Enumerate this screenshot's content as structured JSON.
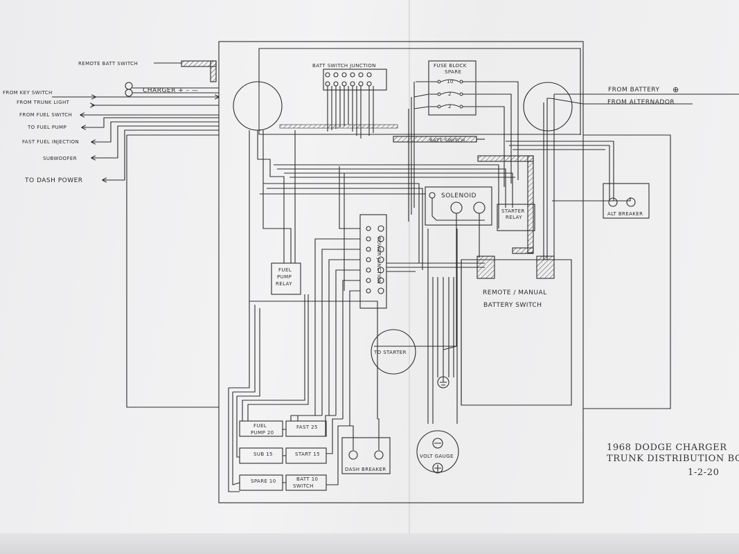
{
  "labels": {
    "remote_batt_switch": "REMOTE BATT SWITCH",
    "charger": "CHARGER + – —",
    "from_key_switch": "FROM KEY SWITCH",
    "from_trunk_light": "FROM TRUNK LIGHT",
    "from_fuel_switch": "FROM FUEL SWITCH",
    "to_fuel_pump": "TO FUEL PUMP",
    "fast_fuel_injection": "FAST FUEL INJECTION",
    "subwoofer": "SUBWOOFER",
    "to_dash_power": "TO DASH POWER",
    "batt_switch_junction": "BATT SWITCH JUNCTION",
    "fuse_block": "FUSE BLOCK",
    "spare": "SPARE",
    "fuse_10": "10",
    "fuse_2a": "2",
    "fuse_2b": "2",
    "batt_switch": "BATT SWITCH",
    "from_battery": "FROM BATTERY",
    "from_alternador": "FROM ALTERNADOR",
    "solenoid": "SOLENOID",
    "starter_relay_1": "STARTER",
    "starter_relay_2": "RELAY",
    "alt_breaker": "ALT BREAKER",
    "power_junction": "POWER JUNCTION",
    "fuel_pump_relay_1": "FUEL",
    "fuel_pump_relay_2": "PUMP",
    "fuel_pump_relay_3": "RELAY",
    "remote_manual_1": "REMOTE / MANUAL",
    "remote_manual_2": "BATTERY SWITCH",
    "to_starter": "TO STARTER",
    "volt_gauge": "VOLT GAUGE",
    "dash_breaker": "DASH BREAKER",
    "fuse_fuel_pump_1": "FUEL",
    "fuse_fuel_pump_2": "PUMP 20",
    "fuse_fast": "FAST 25",
    "fuse_sub": "SUB 15",
    "fuse_start": "START 15",
    "fuse_spare": "SPARE 10",
    "fuse_batt_switch_1": "BATT 10",
    "fuse_batt_switch_2": "SWITCH",
    "title_1": "1968 DODGE CHARGER",
    "title_2": "TRUNK DISTRIBUTION BOX",
    "date": "1-2-20"
  }
}
